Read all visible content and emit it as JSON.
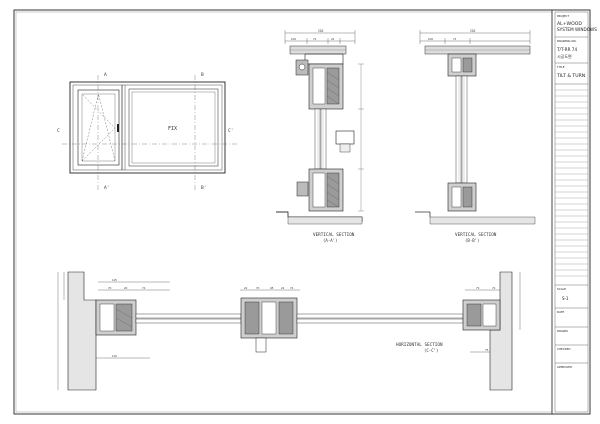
{
  "title_block": {
    "project_caption": "PROJECT",
    "project_name_line1": "AL+WOOD",
    "project_name_line2": "SYSTEM WINDOWS",
    "drawing_no_caption": "DRAWING NO.",
    "drawing_no": "T/T-RR 74",
    "drawing_no_sub": "시공도면",
    "title_caption": "TITLE",
    "title": "TILT & TURN",
    "scale_caption": "SCALE",
    "scale_value": "S-1",
    "date_caption": "DATE",
    "drawn_caption": "DRAWN",
    "checked_caption": "CHECKED",
    "approved_caption": "APPROVED"
  },
  "elevation": {
    "fix_label": "FIX",
    "markers": {
      "a_top": "A",
      "a_bottom": "A'",
      "b_top": "B",
      "b_bottom": "B'",
      "c_left": "C",
      "c_right": "C'"
    }
  },
  "sections": {
    "vertical_a": {
      "title": "VERTICAL SECTION",
      "sub": "(A-A')"
    },
    "vertical_b": {
      "title": "VERTICAL SECTION",
      "sub": "(B-B')"
    },
    "horizontal": {
      "title": "HORIZONTAL SECTION",
      "sub": "(C-C')"
    }
  },
  "dimensions": {
    "va_overall": "218",
    "va_top_a": "100",
    "va_top_b": "74",
    "va_top_c": "24",
    "vb_overall": "218",
    "vb_top_a": "100",
    "vb_top_b": "74",
    "h_left_1": "115",
    "h_left_2": "70",
    "h_left_3": "20",
    "h_left_4": "74",
    "h_mid_1": "22",
    "h_mid_2": "70",
    "h_mid_3": "38",
    "h_mid_4": "24",
    "h_mid_5": "74",
    "h_right_1": "73",
    "h_right_2": "74",
    "h_bottom_left": "115",
    "h_bottom_right": "75"
  }
}
